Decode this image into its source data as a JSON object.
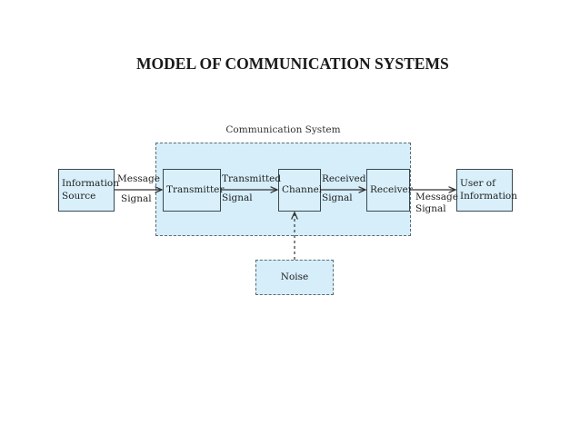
{
  "title": "MODEL OF COMMUNICATION SYSTEMS",
  "system_label": "Communication System",
  "blocks": {
    "information_source": [
      "Information",
      "Source"
    ],
    "transmitter": "Transmitter",
    "channel": "Channel",
    "receiver": "Receiver",
    "user": [
      "User of",
      "Information"
    ],
    "noise": "Noise"
  },
  "signals": {
    "message_in": [
      "Message",
      "Signal"
    ],
    "transmitted": [
      "Transmitted",
      "Signal"
    ],
    "received": [
      "Received",
      "Signal"
    ],
    "message_out": [
      "Message",
      "Signal"
    ]
  }
}
